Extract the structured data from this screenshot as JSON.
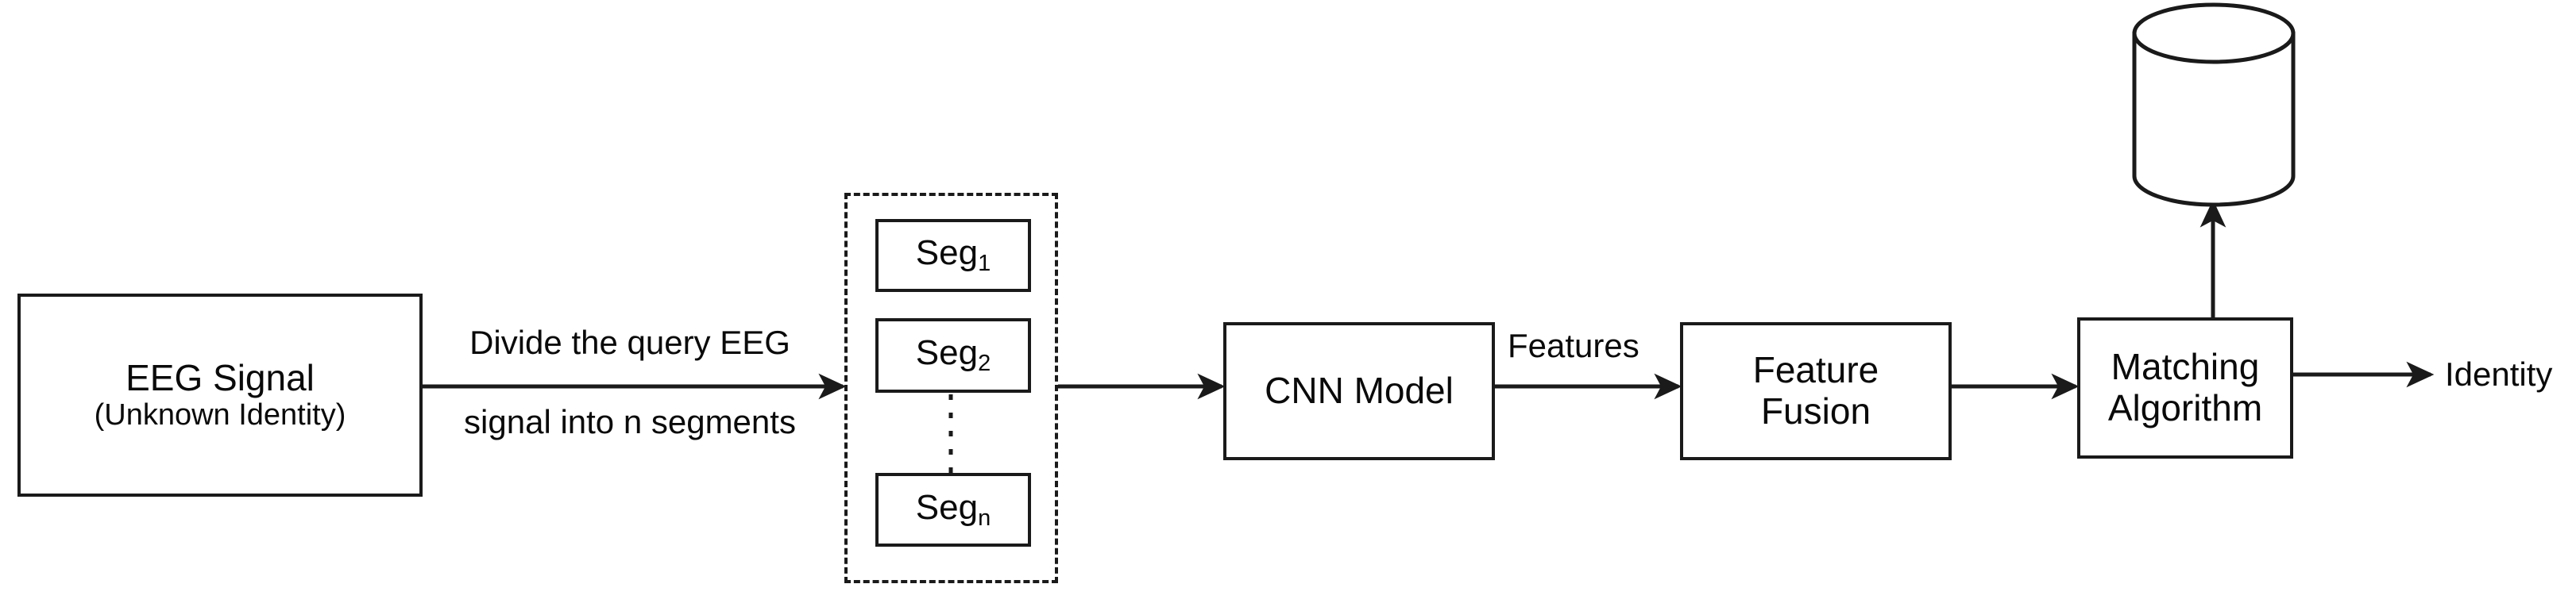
{
  "diagram": {
    "title": "EEG-based identification pipeline",
    "type": "flowchart",
    "background_color": "#ffffff",
    "stroke_color": "#1a1a1a"
  },
  "nodes": {
    "eeg_signal": {
      "line1": "EEG Signal",
      "line2": "(Unknown Identity)"
    },
    "cnn_model": {
      "label": "CNN Model"
    },
    "feature_fusion": {
      "line1": "Feature",
      "line2": "Fusion"
    },
    "matching_algorithm": {
      "line1": "Matching",
      "line2": "Algorithm"
    },
    "database": {
      "icon": "database-cylinder-icon",
      "label": ""
    }
  },
  "segments_group": {
    "items": [
      {
        "base": "Seg",
        "subscript": "1"
      },
      {
        "base": "Seg",
        "subscript": "2"
      },
      {
        "base": "Seg",
        "subscript": "n"
      }
    ],
    "continuation": "vertical-dotted-ellipsis"
  },
  "edges": {
    "divide": {
      "line1": "Divide the query EEG",
      "line2": "signal into n segments"
    },
    "features": {
      "label": "Features"
    },
    "identity": {
      "label": "Identity"
    }
  }
}
